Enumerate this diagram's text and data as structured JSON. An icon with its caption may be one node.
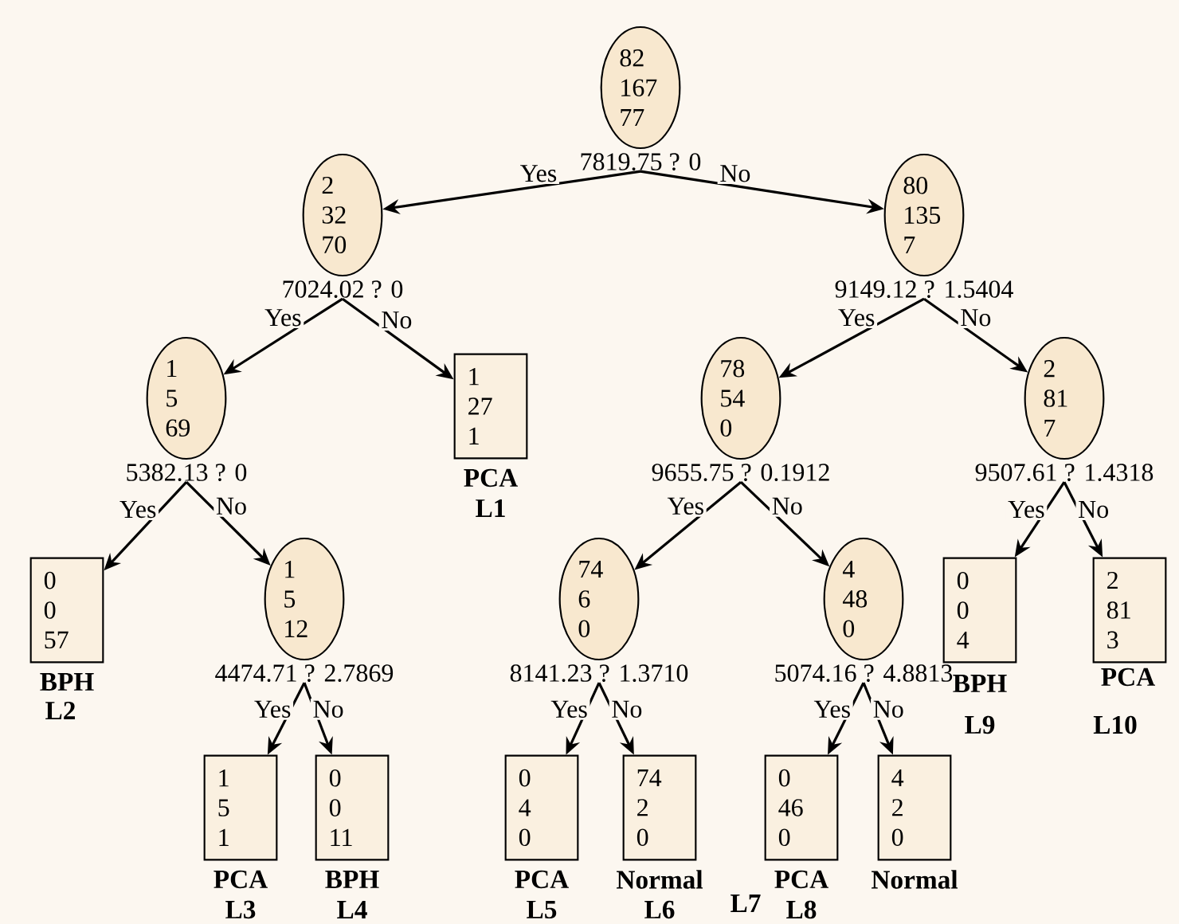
{
  "diagram": {
    "nodes": [
      {
        "text": [
          "82 167 77"
        ],
        "beside": [
          "7819.75   ? 0"
        ]
      },
      {
        "text": [
          "2 32 70"
        ],
        "beside": [
          "7024.02   ? 0"
        ]
      },
      {
        "text": [
          "80 135 7"
        ],
        "beside": [
          "9149.12   ? 1.5404"
        ]
      },
      {
        "text": [
          "1 5 69"
        ],
        "beside": [
          "5382.13   ? 0"
        ]
      },
      {
        "text": [
          "1 27 1"
        ],
        "beside": [
          "PCA",
          "L1"
        ]
      },
      {
        "text": [
          "78 54 0"
        ],
        "beside": [
          "9655.75   ? 0.1912"
        ]
      },
      {
        "text": [
          "2 81 7"
        ],
        "beside": [
          "9507.61   ? 1.4318"
        ]
      },
      {
        "text": [
          "0 0 57"
        ],
        "beside": [
          "BPH",
          "L2"
        ]
      },
      {
        "text": [
          "1 5 12"
        ],
        "beside": [
          "4474.71   ? 2.7869"
        ]
      },
      {
        "text": [
          "74 6 0"
        ],
        "beside": [
          "8141.23   ? 1.3710"
        ]
      },
      {
        "text": [
          "4 48 0"
        ],
        "beside": [
          "5074.16   ? 4.8813"
        ]
      },
      {
        "text": [
          "0 0 4"
        ],
        "beside": [
          "BPH",
          "L9"
        ]
      },
      {
        "text": [
          "2 81 3"
        ],
        "beside": [
          "PCA",
          "L10"
        ]
      },
      {
        "text": [
          "1 5 1"
        ],
        "beside": [
          "PCA",
          "L3"
        ]
      },
      {
        "text": [
          "0 0 11"
        ],
        "beside": [
          "BPH",
          "L4"
        ]
      },
      {
        "text": [
          "0 4 0"
        ],
        "beside": [
          "PCA",
          "L5"
        ]
      },
      {
        "text": [
          "74 2 0"
        ],
        "beside": [
          "Normal",
          "L6"
        ]
      },
      {
        "text": [
          "0 46 0"
        ],
        "beside": [
          "PCA",
          "L8"
        ]
      },
      {
        "text": [
          "4 2 0"
        ],
        "beside": [
          "Normal"
        ]
      }
    ],
    "edges": [
      {
        "from": 0,
        "to": 1,
        "arrow": "to",
        "label": "Yes"
      },
      {
        "from": 0,
        "to": 2,
        "arrow": "to",
        "label": "No"
      },
      {
        "from": 1,
        "to": 3,
        "arrow": "to",
        "label": "Yes"
      },
      {
        "from": 1,
        "to": 4,
        "arrow": "to",
        "label": "No"
      },
      {
        "from": 2,
        "to": 5,
        "arrow": "to",
        "label": "Yes"
      },
      {
        "from": 2,
        "to": 6,
        "arrow": "to",
        "label": "No"
      },
      {
        "from": 3,
        "to": 7,
        "arrow": "to",
        "label": "Yes"
      },
      {
        "from": 3,
        "to": 8,
        "arrow": "to",
        "label": "No"
      },
      {
        "from": 5,
        "to": 9,
        "arrow": "to",
        "label": "Yes"
      },
      {
        "from": 5,
        "to": 10,
        "arrow": "to",
        "label": "No"
      },
      {
        "from": 6,
        "to": 11,
        "arrow": "to",
        "label": "Yes"
      },
      {
        "from": 6,
        "to": 12,
        "arrow": "to",
        "label": "No"
      },
      {
        "from": 8,
        "to": 13,
        "arrow": "to",
        "label": "Yes"
      },
      {
        "from": 8,
        "to": 14,
        "arrow": "to",
        "label": "No"
      },
      {
        "from": 9,
        "to": 15,
        "arrow": "to",
        "label": "Yes"
      },
      {
        "from": 9,
        "to": 16,
        "arrow": "to",
        "label": "No"
      },
      {
        "from": 10,
        "to": 17,
        "arrow": "to",
        "label": "Yes"
      },
      {
        "from": 10,
        "to": 18,
        "arrow": "to",
        "label": "No"
      }
    ],
    "labels": [
      "L7"
    ]
  }
}
